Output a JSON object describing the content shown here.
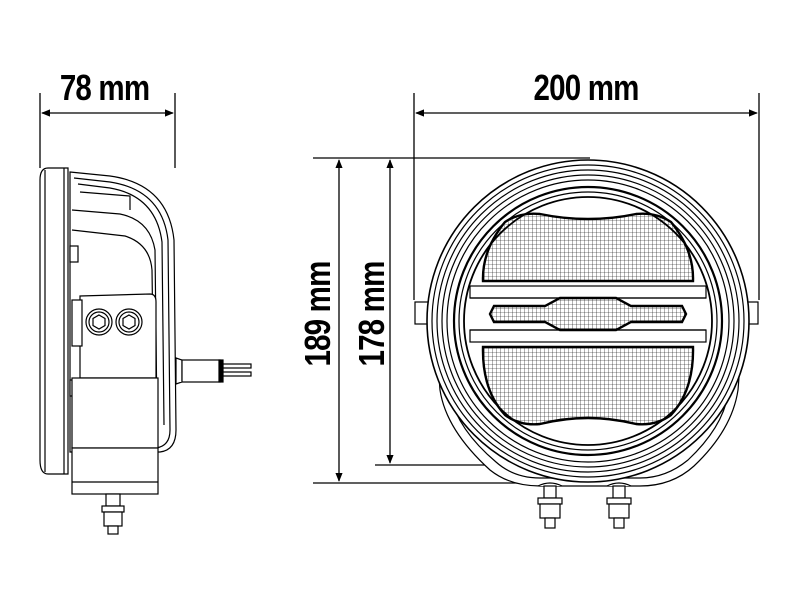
{
  "drawing": {
    "title": "LED work light dimensional drawing",
    "line_color": "#000000",
    "background": "#ffffff"
  },
  "dimensions": {
    "depth": {
      "label": "78 mm",
      "value": 78,
      "unit": "mm",
      "view": "side"
    },
    "width": {
      "label": "200 mm",
      "value": 200,
      "unit": "mm",
      "view": "front"
    },
    "overall_height": {
      "label": "189 mm",
      "value": 189,
      "unit": "mm",
      "view": "front"
    },
    "lens_height": {
      "label": "178 mm",
      "value": 178,
      "unit": "mm",
      "view": "front"
    }
  },
  "views": [
    {
      "name": "side-view",
      "description": "Side profile with mounting bracket, two hex bolts, cable gland and bottom mount stud"
    },
    {
      "name": "front-view",
      "description": "Round lamp face with grid lens upper/lower segments, center DRL bar, side brackets and two bottom studs"
    }
  ]
}
